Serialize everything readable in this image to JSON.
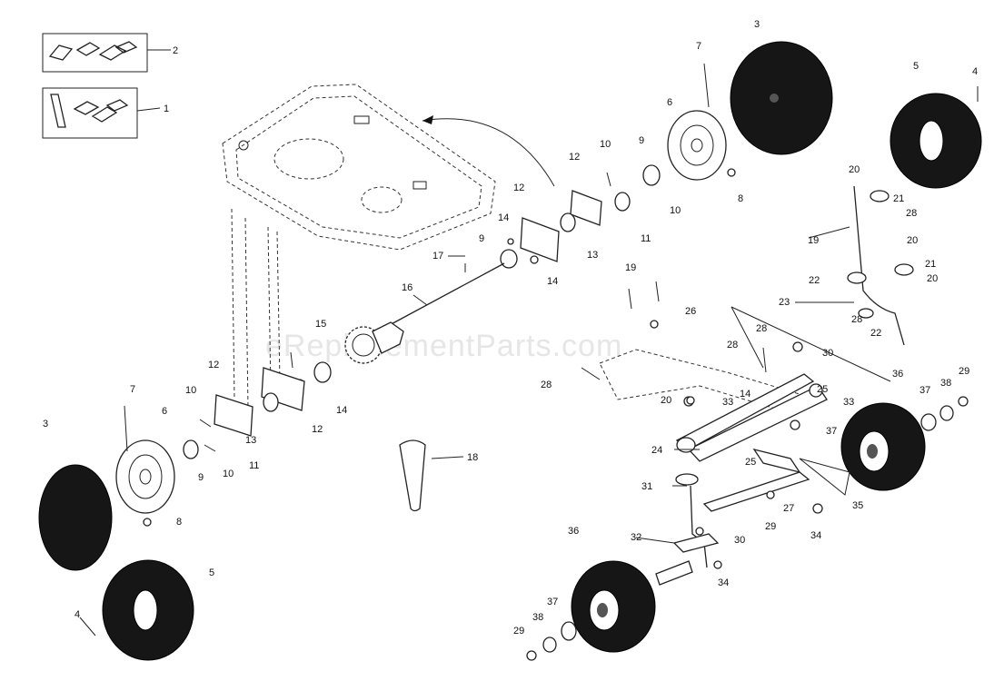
{
  "watermark": "eReplacementParts.com",
  "colors": {
    "ink": "#111111",
    "tire": "#161616",
    "watermark": "#e6e6e6",
    "background": "#ffffff"
  },
  "callouts": [
    "1",
    "2",
    "3",
    "4",
    "5",
    "6",
    "7",
    "8",
    "9",
    "10",
    "11",
    "12",
    "13",
    "14",
    "15",
    "16",
    "17",
    "18",
    "19",
    "20",
    "21",
    "22",
    "23",
    "24",
    "25",
    "26",
    "27",
    "28",
    "29",
    "30",
    "31",
    "32",
    "33",
    "34",
    "35",
    "36",
    "37",
    "38"
  ],
  "labels": [
    {
      "id": "2-top-box",
      "text": "2"
    },
    {
      "id": "1-top-box",
      "text": "1"
    },
    {
      "id": "3-top-tire",
      "text": "3"
    },
    {
      "id": "7-top",
      "text": "7"
    },
    {
      "id": "5-right-tire",
      "text": "5"
    },
    {
      "id": "4-top-right",
      "text": "4"
    },
    {
      "id": "6-top-wheel",
      "text": "6"
    },
    {
      "id": "8-top",
      "text": "8"
    },
    {
      "id": "9-top",
      "text": "9"
    },
    {
      "id": "10-top",
      "text": "10"
    },
    {
      "id": "10-top-b",
      "text": "10"
    },
    {
      "id": "11-top",
      "text": "11"
    },
    {
      "id": "12-top",
      "text": "12"
    },
    {
      "id": "12-mid",
      "text": "12"
    },
    {
      "id": "13-mid",
      "text": "13"
    },
    {
      "id": "14-mid",
      "text": "14"
    },
    {
      "id": "14-mid-b",
      "text": "14"
    },
    {
      "id": "9-mid",
      "text": "9"
    },
    {
      "id": "17-mid",
      "text": "17"
    },
    {
      "id": "16-axle",
      "text": "16"
    },
    {
      "id": "15-gear",
      "text": "15"
    },
    {
      "id": "12-left",
      "text": "12"
    },
    {
      "id": "12-left-b",
      "text": "12"
    },
    {
      "id": "13-left",
      "text": "13"
    },
    {
      "id": "14-left",
      "text": "14"
    },
    {
      "id": "10-left",
      "text": "10"
    },
    {
      "id": "10-left-b",
      "text": "10"
    },
    {
      "id": "11-left",
      "text": "11"
    },
    {
      "id": "9-left",
      "text": "9"
    },
    {
      "id": "7-left",
      "text": "7"
    },
    {
      "id": "6-left",
      "text": "6"
    },
    {
      "id": "3-left",
      "text": "3"
    },
    {
      "id": "8-left",
      "text": "8"
    },
    {
      "id": "5-left",
      "text": "5"
    },
    {
      "id": "4-left",
      "text": "4"
    },
    {
      "id": "18-cone",
      "text": "18"
    },
    {
      "id": "19-right",
      "text": "19"
    },
    {
      "id": "20-r1",
      "text": "20"
    },
    {
      "id": "21-r1",
      "text": "21"
    },
    {
      "id": "28-r1",
      "text": "28"
    },
    {
      "id": "20-r2",
      "text": "20"
    },
    {
      "id": "21-r2",
      "text": "21"
    },
    {
      "id": "20-r3",
      "text": "20"
    },
    {
      "id": "22-r1",
      "text": "22"
    },
    {
      "id": "23-r",
      "text": "23"
    },
    {
      "id": "28-r2",
      "text": "28"
    },
    {
      "id": "22-r2",
      "text": "22"
    },
    {
      "id": "19-mid",
      "text": "19"
    },
    {
      "id": "26-mid",
      "text": "26"
    },
    {
      "id": "28-mid",
      "text": "28"
    },
    {
      "id": "28-mid-b",
      "text": "28"
    },
    {
      "id": "30-mid",
      "text": "30"
    },
    {
      "id": "28-left-mid",
      "text": "28"
    },
    {
      "id": "14-frame",
      "text": "14"
    },
    {
      "id": "20-frame",
      "text": "20"
    },
    {
      "id": "25-frame",
      "text": "25"
    },
    {
      "id": "33-frame",
      "text": "33"
    },
    {
      "id": "33-frame-b",
      "text": "33"
    },
    {
      "id": "37-frame",
      "text": "37"
    },
    {
      "id": "24-frame",
      "text": "24"
    },
    {
      "id": "25-frame-b",
      "text": "25"
    },
    {
      "id": "27-frame",
      "text": "27"
    },
    {
      "id": "35-frame",
      "text": "35"
    },
    {
      "id": "36-right",
      "text": "36"
    },
    {
      "id": "37-right",
      "text": "37"
    },
    {
      "id": "38-right",
      "text": "38"
    },
    {
      "id": "29-right",
      "text": "29"
    },
    {
      "id": "34-right",
      "text": "34"
    },
    {
      "id": "31-mid",
      "text": "31"
    },
    {
      "id": "30-lower",
      "text": "30"
    },
    {
      "id": "29-lower",
      "text": "29"
    },
    {
      "id": "32-lower",
      "text": "32"
    },
    {
      "id": "34-lower",
      "text": "34"
    },
    {
      "id": "36-lower",
      "text": "36"
    },
    {
      "id": "37-lower",
      "text": "37"
    },
    {
      "id": "38-lower",
      "text": "38"
    },
    {
      "id": "29-bottom",
      "text": "29"
    }
  ]
}
